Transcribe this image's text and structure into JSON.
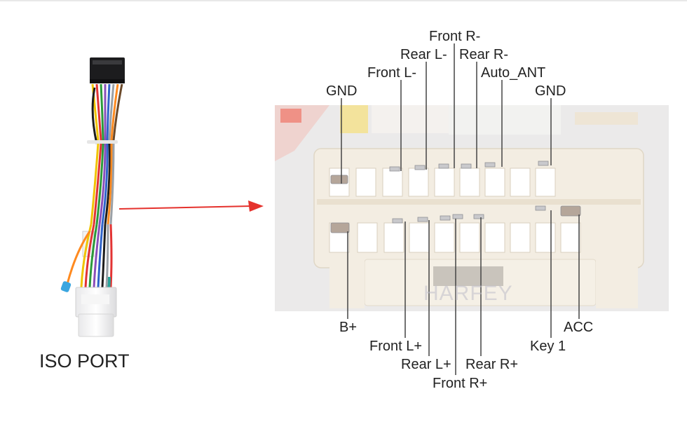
{
  "left_caption": "ISO PORT",
  "watermark": "HARFEY",
  "colors": {
    "arrow": "#e5322d",
    "connector_body": "#f3ede2",
    "leader_line": "#444444",
    "photo_bg": "#e9e8e8"
  },
  "icons": [
    "iso-harness-icon",
    "connector-photo-icon",
    "arrow-right-icon"
  ],
  "pin_labels_top": {
    "gnd_left": "GND",
    "front_l_minus": "Front L-",
    "rear_l_minus": "Rear L-",
    "front_r_minus": "Front R-",
    "rear_r_minus": "Rear R-",
    "auto_ant": "Auto_ANT",
    "gnd_right": "GND"
  },
  "pin_labels_bottom": {
    "b_plus": "B+",
    "front_l_plus": "Front L+",
    "rear_l_plus": "Rear L+",
    "front_r_plus": "Front R+",
    "rear_r_plus": "Rear R+",
    "key_1": "Key 1",
    "acc": "ACC"
  }
}
